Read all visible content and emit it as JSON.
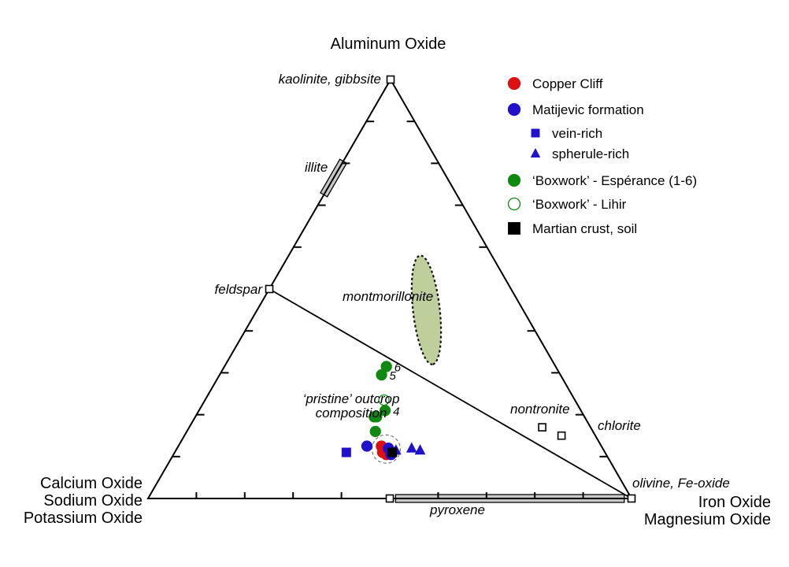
{
  "chart_data": {
    "type": "scatter",
    "subtype": "ternary",
    "apex_labels": {
      "top": [
        "Aluminum Oxide"
      ],
      "left": [
        "Calcium Oxide",
        "Sodium Oxide",
        "Potassium Oxide"
      ],
      "right": [
        "Iron Oxide",
        "Magnesium Oxide"
      ]
    },
    "minerals": [
      {
        "name": "kaolinite, gibbsite",
        "a": 1.0,
        "c": 0.0
      },
      {
        "name": "feldspar",
        "a": 0.5,
        "c": 0.0
      },
      {
        "name": "nontronite",
        "a": 0.17,
        "c": 0.73
      },
      {
        "name": "chlorite",
        "a": 0.15,
        "c": 0.78
      },
      {
        "name": "olivine, Fe-oxide",
        "a": 0.0,
        "c": 1.0
      },
      {
        "name": "pyroxene",
        "a": 0.0,
        "c": 0.5
      }
    ],
    "regions": [
      {
        "name": "illite",
        "style": "bar-gray"
      },
      {
        "name": "montmorillonite",
        "style": "ellipse-green-dashed"
      },
      {
        "name": "pyroxene",
        "style": "bar-gray"
      }
    ],
    "mixing_line": {
      "from": "feldspar",
      "to": "olivine, Fe-oxide"
    },
    "annotation": [
      "‘pristine’ outcrop",
      "composition"
    ],
    "legend": {
      "position": "top-right",
      "entries": [
        {
          "label": "Copper Cliff",
          "marker": "circle",
          "color": "#dd1111",
          "filled": true
        },
        {
          "label": "Matijevic formation",
          "marker": "circle",
          "color": "#2211cc",
          "filled": true
        },
        {
          "label": "vein-rich",
          "marker": "square",
          "color": "#2211cc",
          "filled": true,
          "indent": true
        },
        {
          "label": "spherule-rich",
          "marker": "triangle",
          "color": "#2211cc",
          "filled": true,
          "indent": true
        },
        {
          "label": "‘Boxwork’ - Espérance (1-6)",
          "marker": "circle",
          "color": "#118811",
          "filled": true
        },
        {
          "label": "‘Boxwork’ - Lihir",
          "marker": "circle",
          "color": "#118811",
          "filled": false
        },
        {
          "label": "Martian crust, soil",
          "marker": "square",
          "color": "#000000",
          "filled": true
        }
      ]
    },
    "series": [
      {
        "name": "Copper Cliff",
        "marker": "circle",
        "color": "#dd1111",
        "filled": true,
        "points": [
          {
            "a": 0.125,
            "c": 0.42
          },
          {
            "a": 0.12,
            "c": 0.425
          },
          {
            "a": 0.11,
            "c": 0.43
          },
          {
            "a": 0.105,
            "c": 0.44
          }
        ]
      },
      {
        "name": "Matijevic formation",
        "marker": "circle",
        "color": "#2211cc",
        "filled": true,
        "points": [
          {
            "a": 0.125,
            "c": 0.39
          },
          {
            "a": 0.12,
            "c": 0.437
          },
          {
            "a": 0.105,
            "c": 0.45
          },
          {
            "a": 0.11,
            "c": 0.45
          }
        ]
      },
      {
        "name": "vein-rich",
        "marker": "square",
        "color": "#2211cc",
        "filled": true,
        "points": [
          {
            "a": 0.11,
            "c": 0.355
          }
        ]
      },
      {
        "name": "spherule-rich",
        "marker": "triangle",
        "color": "#2211cc",
        "filled": true,
        "points": [
          {
            "a": 0.115,
            "c": 0.455
          },
          {
            "a": 0.12,
            "c": 0.485
          },
          {
            "a": 0.115,
            "c": 0.505
          }
        ]
      },
      {
        "name": "‘Boxwork’ - Espérance (1-6)",
        "marker": "circle",
        "color": "#118811",
        "filled": true,
        "points": [
          {
            "a": 0.16,
            "c": 0.39,
            "label": ""
          },
          {
            "a": 0.195,
            "c": 0.37,
            "label": ""
          },
          {
            "a": 0.195,
            "c": 0.375,
            "label": ""
          },
          {
            "a": 0.21,
            "c": 0.385,
            "label": "4"
          },
          {
            "a": 0.295,
            "c": 0.335,
            "label": "5"
          },
          {
            "a": 0.315,
            "c": 0.335,
            "label": "6"
          }
        ]
      },
      {
        "name": "‘Boxwork’ - Lihir",
        "marker": "circle",
        "color": "#118811",
        "filled": false,
        "points": [
          {
            "a": 0.235,
            "c": 0.37
          }
        ]
      },
      {
        "name": "Martian crust, soil",
        "marker": "square",
        "color": "#000000",
        "filled": true,
        "points": [
          {
            "a": 0.11,
            "c": 0.45
          }
        ]
      }
    ]
  }
}
